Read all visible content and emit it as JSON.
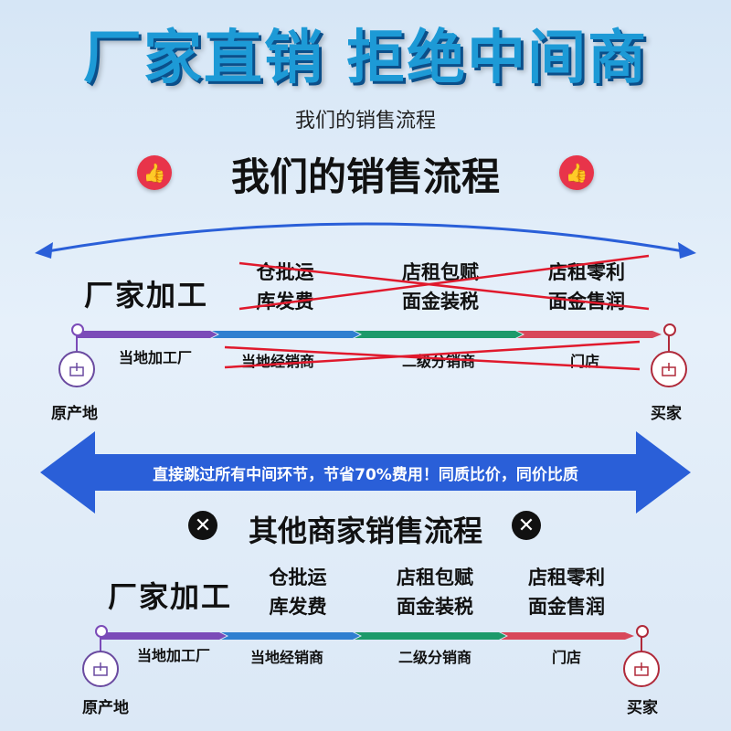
{
  "headline": "厂家直销 拒绝中间商",
  "subtitle": "我们的销售流程",
  "our_section": {
    "title": "我们的销售流程",
    "icon": "thumbs-up-icon",
    "factory_label": "厂家加工",
    "costs": [
      "仓批运\n库发费",
      "店租包赋\n面金装税",
      "店租零利\n面金售润"
    ],
    "stages": [
      "当地加工厂",
      "当地经销商",
      "二级分销商",
      "门店"
    ],
    "origin_label": "原产地",
    "buyer_label": "买家"
  },
  "banner_text": "直接跳过所有中间环节，节省70%费用！同质比价，同价比质",
  "other_section": {
    "title": "其他商家销售流程",
    "icon": "x-mark-icon",
    "factory_label": "厂家加工",
    "costs": [
      "仓批运\n库发费",
      "店租包赋\n面金装税",
      "店租零利\n面金售润"
    ],
    "stages": [
      "当地加工厂",
      "当地经销商",
      "二级分销商",
      "门店"
    ],
    "origin_label": "原产地",
    "buyer_label": "买家"
  },
  "colors": {
    "headline": "#1d9ad6",
    "banner": "#2a5fd8",
    "seg_purple": "#7b4bb8",
    "seg_blue": "#2f7fd0",
    "seg_green": "#1c9a6a",
    "seg_red": "#d8475a",
    "strike": "#e0192c"
  }
}
